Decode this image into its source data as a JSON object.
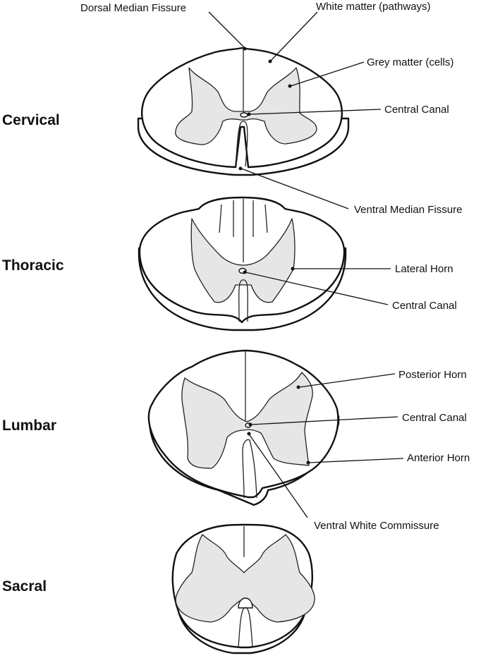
{
  "regions": {
    "cervical": "Cervical",
    "thoracic": "Thoracic",
    "lumbar": "Lumbar",
    "sacral": "Sacral"
  },
  "labels": {
    "dorsal_median_fissure": "Dorsal Median Fissure",
    "white_matter": "White matter (pathways)",
    "grey_matter": "Grey matter (cells)",
    "cervical_central_canal": "Central Canal",
    "ventral_median_fissure": "Ventral Median Fissure",
    "lateral_horn": "Lateral Horn",
    "thoracic_central_canal": "Central Canal",
    "posterior_horn": "Posterior Horn",
    "lumbar_central_canal": "Central Canal",
    "anterior_horn": "Anterior Horn",
    "ventral_white_commissure": "Ventral White Commissure"
  }
}
